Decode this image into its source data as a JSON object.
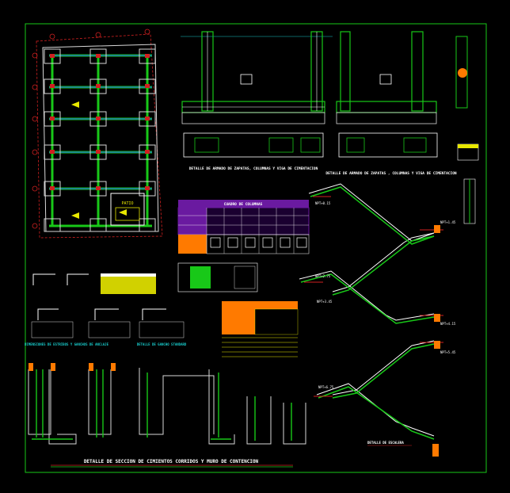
{
  "drawing": {
    "title_bottom": "DETALLE DE SECCION DE CIMIENTOS CORRIDOS Y MURO DE CONTENCION",
    "title_footings": "DETALLE DE ARMADO DE ZAPATAS, COLUMNAS Y VIGA DE CIMENTACION",
    "title_footings2": "DETALLE DE ARMADO DE ZAPATAS , COLUMNAS Y VIGA DE CIMENTACION",
    "title_columns_table": "CUADRO DE COLUMNAS",
    "title_anchorage": "DIMENSIONES DE ESTRIBOS Y GANCHOS DE ANCLAJE",
    "title_hook": "DETALLE DE GANCHO STANDARD",
    "title_stair_detail": "DETALLE DE ESCALERA",
    "plan_label": "PATIO",
    "stair_levels": [
      "NPT+0.15",
      "NPT+1.45",
      "NPT+2.75",
      "NPT+3.45",
      "NPT+4.15",
      "NPT+5.45",
      "NPT+6.75"
    ]
  },
  "colors": {
    "background": "#000000",
    "frame": "#18c818",
    "rebar": "#18c818",
    "concrete": "#d8d8d8",
    "text": "#ffffff",
    "axis": "#d02020",
    "dims": "#18c8c8",
    "table_header": "#6a1aa0",
    "notes": "#e8e800",
    "orange": "#ff7a00"
  }
}
